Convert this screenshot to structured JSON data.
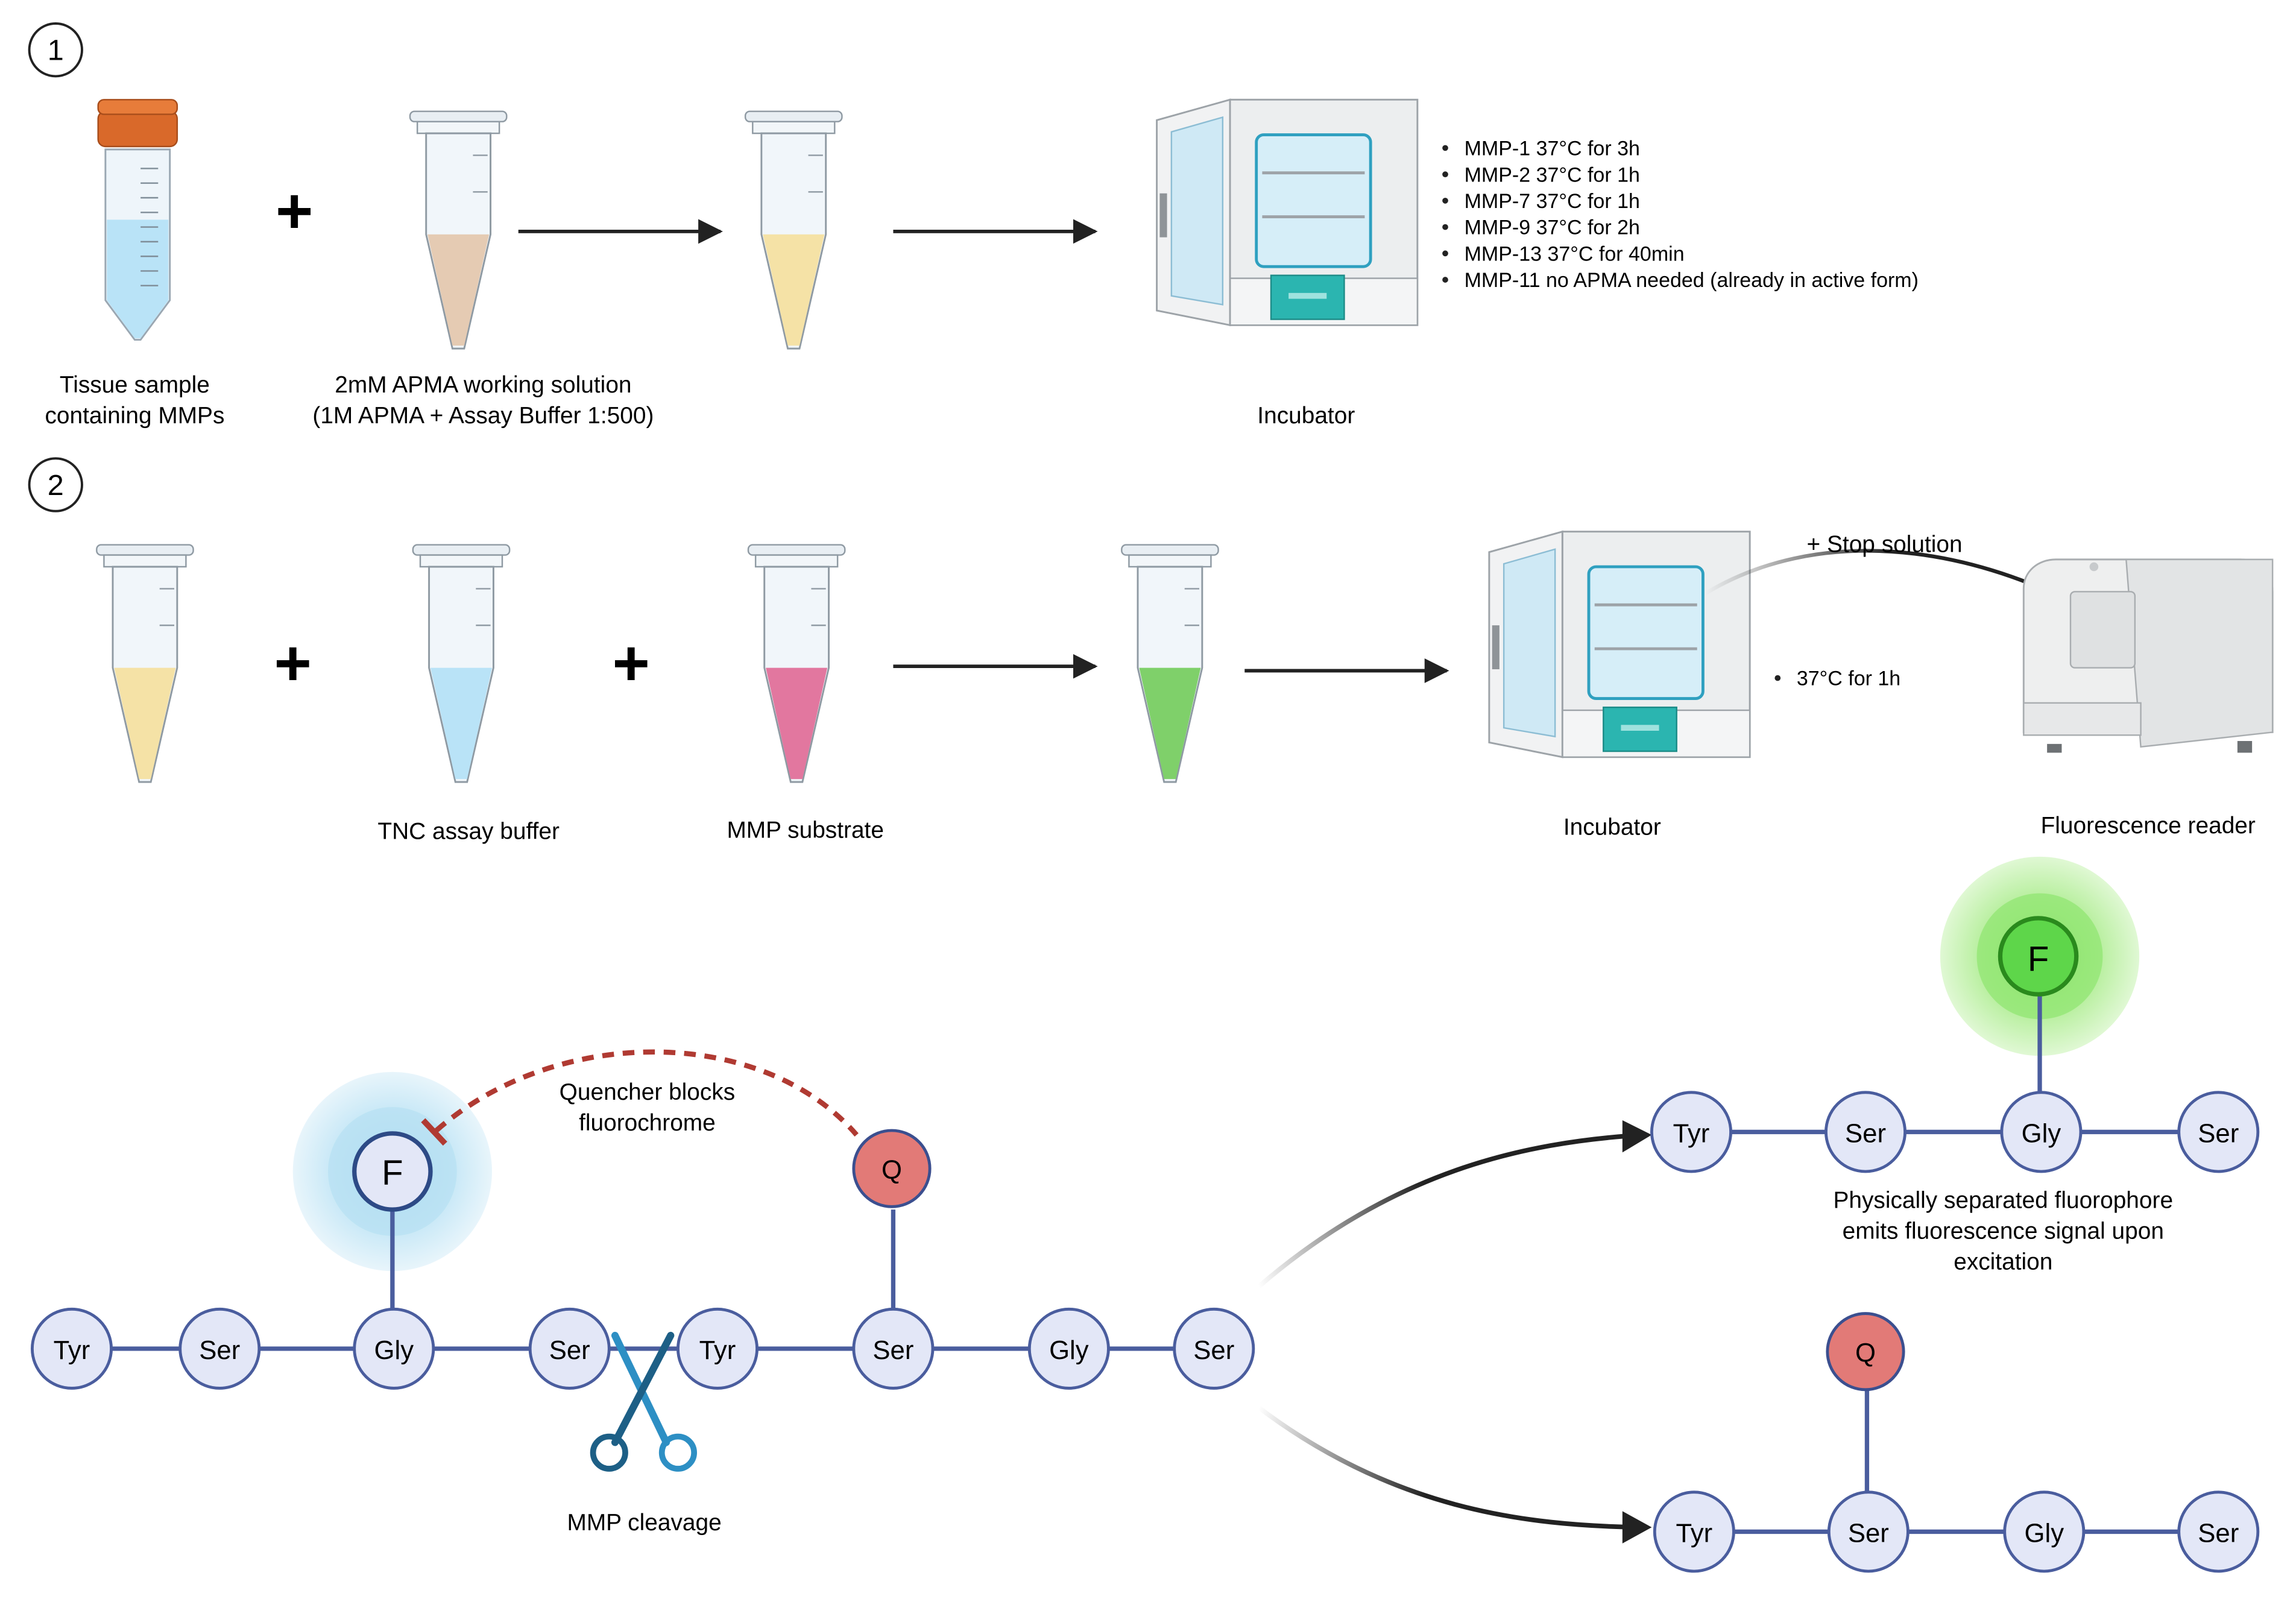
{
  "colors": {
    "peptide_line": "#4a5d9e",
    "residue_fill": "#e3e7f7",
    "residue_stroke": "#4a5d9e",
    "quencher_fill": "#e27a77",
    "quencher_stroke": "#3b4f8f",
    "fluor_blue_glow": "#dbeef8",
    "fluor_green_glow": "#c8f2b4",
    "fluor_green": "#5ed64a",
    "dash_red": "#b03a32",
    "arrow": "#222222",
    "scissors": "#2d8fc4",
    "tube_yellow": "#f5e2a6",
    "tube_blue": "#b9e3f7",
    "tube_pink": "#e2779f",
    "tube_green": "#7fd06a",
    "tube_beige": "#e5cbb3",
    "falcon_cap": "#d9692a"
  },
  "step1": {
    "number": "1",
    "tissue_label": [
      "Tissue sample",
      "containing MMPs"
    ],
    "apma_label": [
      "2mM APMA working solution",
      "(1M APMA + Assay Buffer 1:500)"
    ],
    "incubator_label": "Incubator",
    "conditions": [
      "MMP-1   37°C for 3h",
      "MMP-2   37°C for 1h",
      "MMP-7   37°C for 1h",
      "MMP-9   37°C for 2h",
      "MMP-13 37°C for 40min",
      "MMP-11 no APMA needed (already in active form)"
    ],
    "plus": "+"
  },
  "step2": {
    "number": "2",
    "buffer_label": "TNC assay buffer",
    "substrate_label": "MMP substrate",
    "incubator_label": "Incubator",
    "reader_label": "Fluorescence reader",
    "stop_label": "+ Stop solution",
    "condition": "37°C for 1h",
    "plus": "+"
  },
  "mechanism": {
    "peptide": [
      "Tyr",
      "Ser",
      "Gly",
      "Ser",
      "Tyr",
      "Ser",
      "Gly",
      "Ser"
    ],
    "fluorophore": "F",
    "quencher": "Q",
    "quencher_caption": [
      "Quencher blocks",
      "fluorochrome"
    ],
    "cleavage_caption": "MMP cleavage",
    "top_fragment": [
      "Tyr",
      "Ser",
      "Gly",
      "Ser"
    ],
    "top_caption": [
      "Physically separated fluorophore",
      "emits fluorescence signal upon",
      "excitation"
    ],
    "bottom_fragment": [
      "Tyr",
      "Ser",
      "Gly",
      "Ser"
    ]
  }
}
